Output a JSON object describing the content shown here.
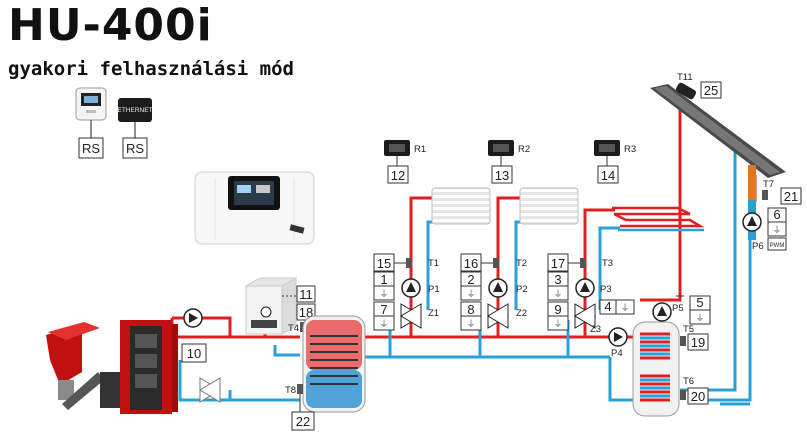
{
  "title": "HU-400i",
  "subtitle": "gyakori felhasználási mód",
  "devices": {
    "panel_label": "RS",
    "ethernet_module_text": "ETHERNET",
    "ethernet_label": "RS"
  },
  "room_regulators": [
    "R1",
    "R2",
    "R3"
  ],
  "sensors": [
    "T1",
    "T2",
    "T3",
    "T4",
    "T5",
    "T6",
    "T7",
    "T8",
    "T11"
  ],
  "pumps": [
    "P1",
    "P2",
    "P3",
    "P4",
    "P5",
    "P6"
  ],
  "valves": [
    "Z1",
    "Z2",
    "Z3"
  ],
  "pwm_label": "PWM",
  "numbers": {
    "n1": "1",
    "n2": "2",
    "n3": "3",
    "n4": "4",
    "n5": "5",
    "n6": "6",
    "n7": "7",
    "n8": "8",
    "n9": "9",
    "n10": "10",
    "n11": "11",
    "n12": "12",
    "n13": "13",
    "n14": "14",
    "n15": "15",
    "n16": "16",
    "n17": "17",
    "n18": "18",
    "n19": "19",
    "n20": "20",
    "n21": "21",
    "n22": "22",
    "n25": "25"
  },
  "colors": {
    "hot": "#e02020",
    "cold": "#2aa0d8",
    "boiler": "#d01818"
  }
}
